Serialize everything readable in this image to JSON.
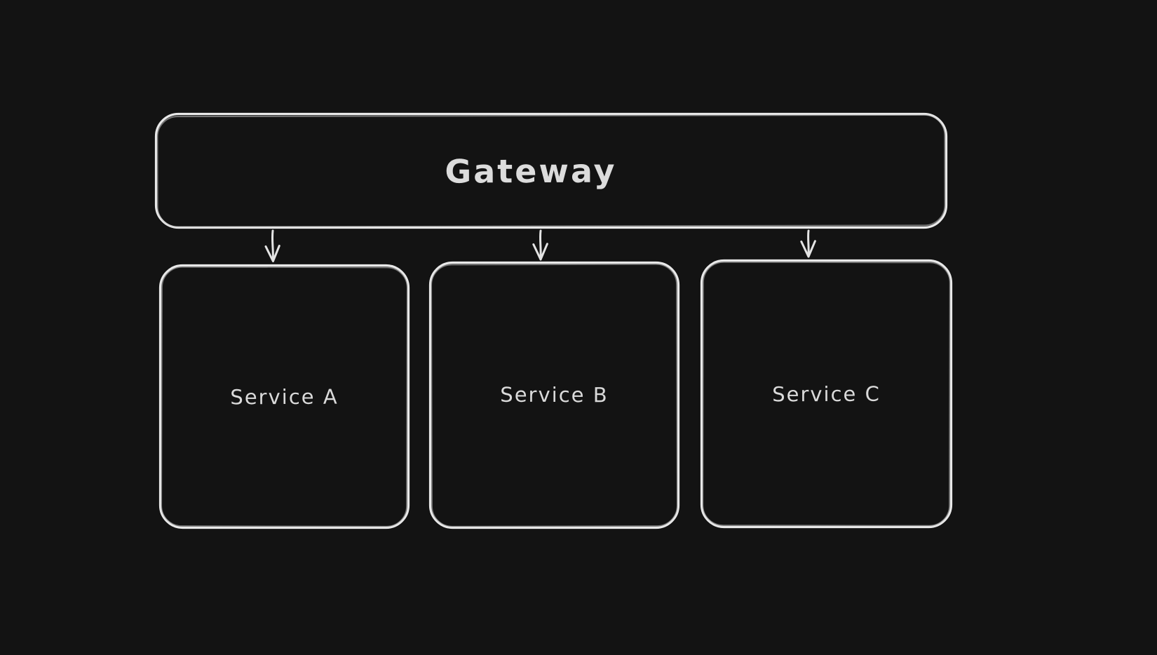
{
  "diagram": {
    "theme": "dark",
    "background_color": "#131313",
    "stroke_color": "#e9e9e9",
    "label_color": "#dcdcdc",
    "nodes": {
      "gateway": {
        "label": "Gateway"
      },
      "service_a": {
        "label": "Service A"
      },
      "service_b": {
        "label": "Service B"
      },
      "service_c": {
        "label": "Service C"
      }
    },
    "edges": [
      {
        "from": "Gateway",
        "to": "Service A"
      },
      {
        "from": "Gateway",
        "to": "Service B"
      },
      {
        "from": "Gateway",
        "to": "Service C"
      }
    ]
  }
}
